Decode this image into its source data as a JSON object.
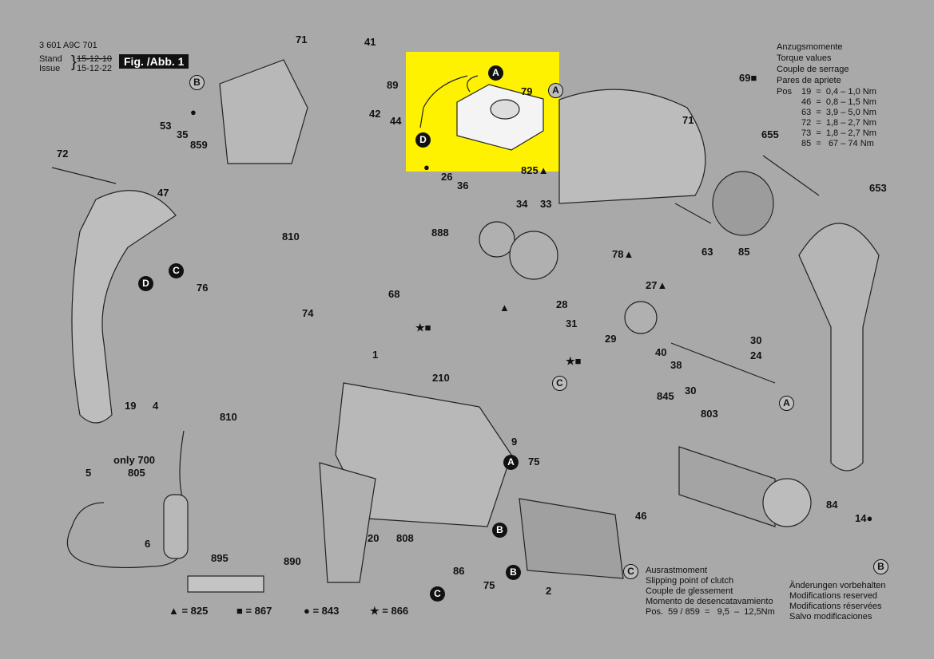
{
  "header": {
    "part_number": "3 601 A9C 701",
    "stand_label": "Stand",
    "issue_label": "Issue",
    "old_date": "15-12-10",
    "new_date": "15-12-22",
    "figure": "Fig. /Abb. 1"
  },
  "torque": {
    "lines": [
      "Anzugsmomente",
      "Torque values",
      "Couple de serrage",
      "Pares de apriete"
    ],
    "pos_label": "Pos",
    "rows": [
      "19  =  0,4 – 1,0 Nm",
      "46  =  0,8 – 1,5 Nm",
      "63  =  3,9 – 5,0 Nm",
      "72  =  1,8 – 2,7 Nm",
      "73  =  1,8 – 2,7 Nm",
      "85  =   67 – 74 Nm"
    ]
  },
  "clutch": {
    "lines": [
      "Ausrastmoment",
      "Slipping point of clutch",
      "Couple de glessement",
      "Momento de desencatavamiento",
      "Pos.  59 / 859  =   9,5  –  12,5Nm"
    ]
  },
  "modifications": [
    "Änderungen vorbehalten",
    "Modifications reserved",
    "Modifications réservées",
    "Salvo modificaciones"
  ],
  "legend": [
    "▲ = 825",
    "■ = 867",
    "● = 843",
    "★ = 866"
  ],
  "callouts": [
    "71",
    "41",
    "89",
    "42",
    "44",
    "53",
    "35",
    "859",
    "72",
    "47",
    "26",
    "36",
    "34",
    "33",
    "888",
    "810",
    "76",
    "68",
    "78▲",
    "27▲",
    "28",
    "31",
    "29",
    "74",
    "40",
    "38",
    "30",
    "24",
    "30",
    "1",
    "210",
    "845",
    "803",
    "19",
    "4",
    "810",
    "9",
    "75",
    "only 700",
    "5",
    "805",
    "6",
    "46",
    "84",
    "14●",
    "20",
    "808",
    "890",
    "895",
    "86",
    "75",
    "2",
    "63",
    "85",
    "655",
    "653",
    "69■",
    "71",
    "825▲",
    "79"
  ],
  "letters": [
    "B",
    "A",
    "D",
    "A",
    "C",
    "D",
    "C",
    "A",
    "A",
    "B",
    "B",
    "C",
    "C",
    "B"
  ],
  "markers": [
    "●",
    "●",
    "★■",
    "★■",
    "▲",
    "■"
  ],
  "highlight_color": "#fff200"
}
